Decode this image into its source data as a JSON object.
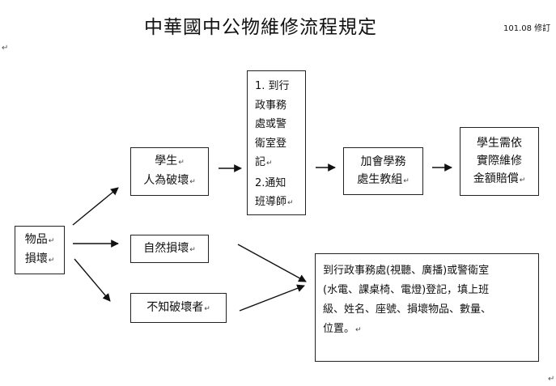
{
  "header": {
    "title": "中華國中公物維修流程規定",
    "revision": "101.08 修訂"
  },
  "boxes": {
    "item_damage": [
      "物品",
      "損壞"
    ],
    "student_damage": [
      "學生",
      "人為破壞"
    ],
    "natural_damage": [
      "自然損壞"
    ],
    "unknown_damage": [
      "不知破壞者"
    ],
    "steps": [
      "1. 到行",
      "政事務",
      "處或警",
      "衛室登",
      "記",
      "2.通知",
      "班導師"
    ],
    "discipline": [
      "加會學務",
      "處生教組"
    ],
    "compensation": [
      "學生需依",
      "實際維修",
      "金額賠償"
    ],
    "register": [
      "到行政事務處(視聽、廣播)或警衛室",
      "(水電、課桌椅、電燈)登記，填上班",
      "級、姓名、座號、損壞物品、數量、",
      "位置。"
    ]
  },
  "marks": {
    "return": "↵"
  }
}
